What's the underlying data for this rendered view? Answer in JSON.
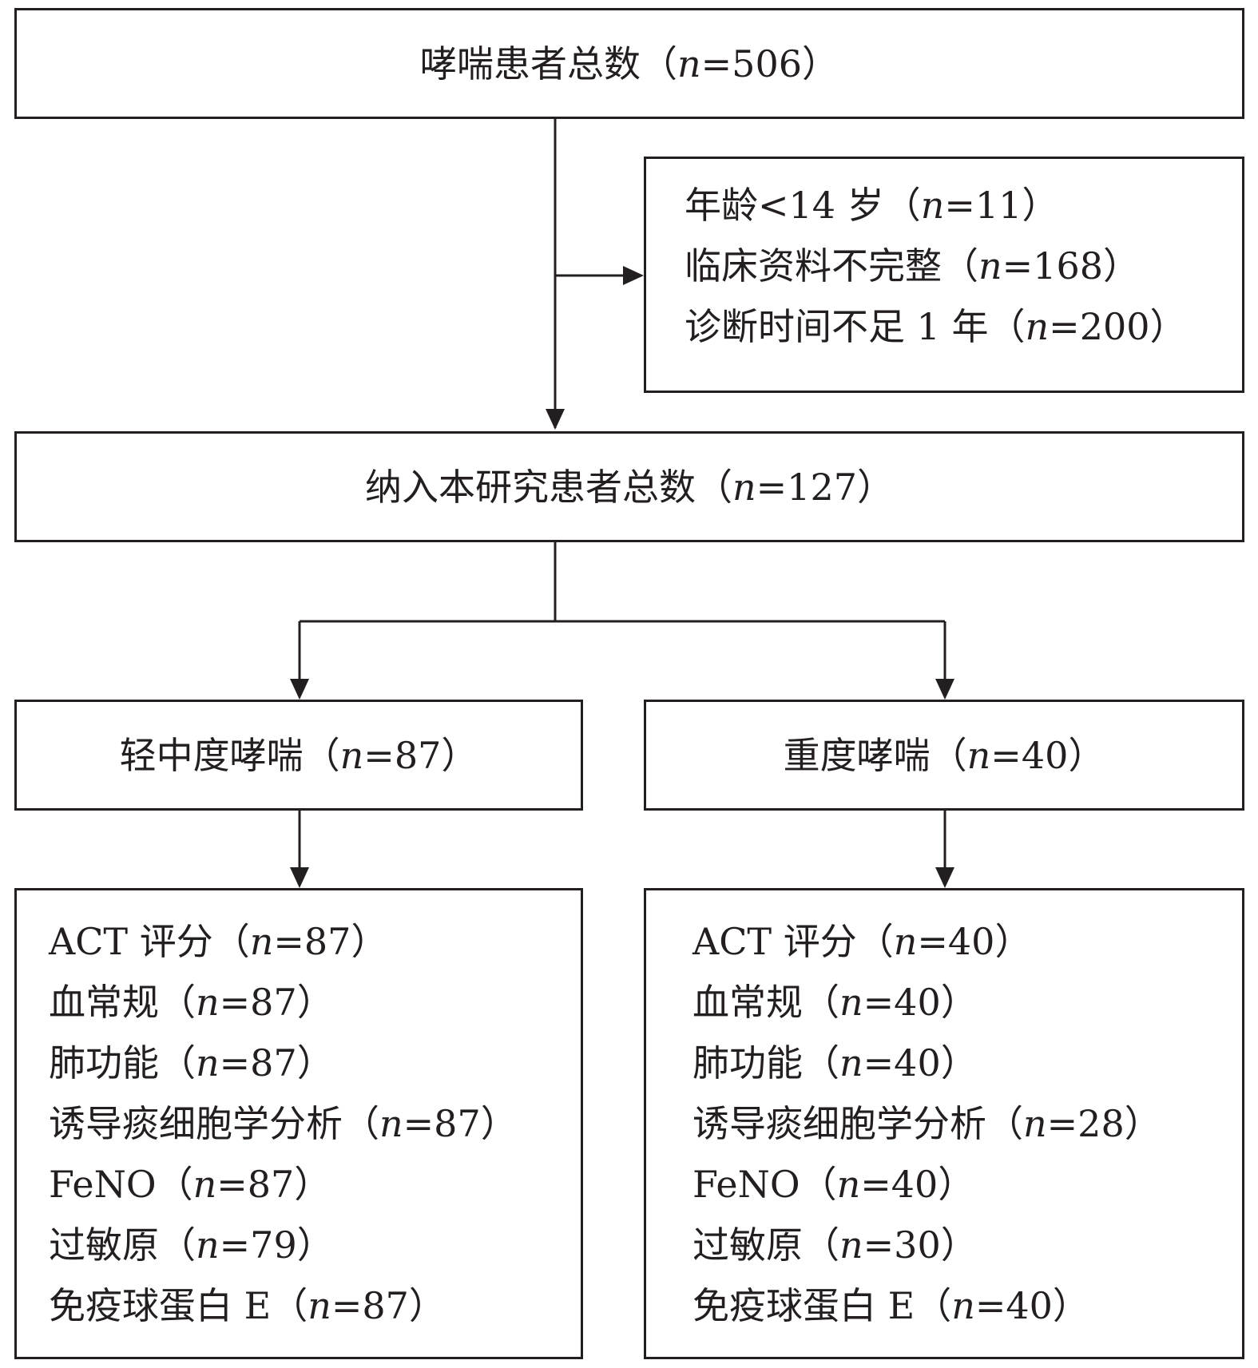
{
  "total": {
    "label": "哮喘患者总数（",
    "n": "n",
    "rest": "=506）"
  },
  "excluded": [
    {
      "label": "年龄<14 岁（",
      "n": "n",
      "rest": "=11）"
    },
    {
      "label": "临床资料不完整（",
      "n": "n",
      "rest": "=168）"
    },
    {
      "label": "诊断时间不足 1 年（",
      "n": "n",
      "rest": "=200）"
    }
  ],
  "included": {
    "label": "纳入本研究患者总数（",
    "n": "n",
    "rest": "=127）"
  },
  "mild": {
    "label": "轻中度哮喘（",
    "n": "n",
    "rest": "=87）"
  },
  "severe": {
    "label": "重度哮喘（",
    "n": "n",
    "rest": "=40）"
  },
  "mild_tests": [
    {
      "label": "ACT 评分（",
      "n": "n",
      "rest": "=87）"
    },
    {
      "label": "血常规（",
      "n": "n",
      "rest": "=87）"
    },
    {
      "label": "肺功能（",
      "n": "n",
      "rest": "=87）"
    },
    {
      "label": "诱导痰细胞学分析（",
      "n": "n",
      "rest": "=87）"
    },
    {
      "label": "FeNO（",
      "n": "n",
      "rest": "=87）"
    },
    {
      "label": "过敏原（",
      "n": "n",
      "rest": "=79）"
    },
    {
      "label": "免疫球蛋白 E（",
      "n": "n",
      "rest": "=87）"
    }
  ],
  "severe_tests": [
    {
      "label": "ACT 评分（",
      "n": "n",
      "rest": "=40）"
    },
    {
      "label": "血常规（",
      "n": "n",
      "rest": "=40）"
    },
    {
      "label": "肺功能（",
      "n": "n",
      "rest": "=40）"
    },
    {
      "label": "诱导痰细胞学分析（",
      "n": "n",
      "rest": "=28）"
    },
    {
      "label": "FeNO（",
      "n": "n",
      "rest": "=40）"
    },
    {
      "label": "过敏原（",
      "n": "n",
      "rest": "=30）"
    },
    {
      "label": "免疫球蛋白 E（",
      "n": "n",
      "rest": "=40）"
    }
  ]
}
